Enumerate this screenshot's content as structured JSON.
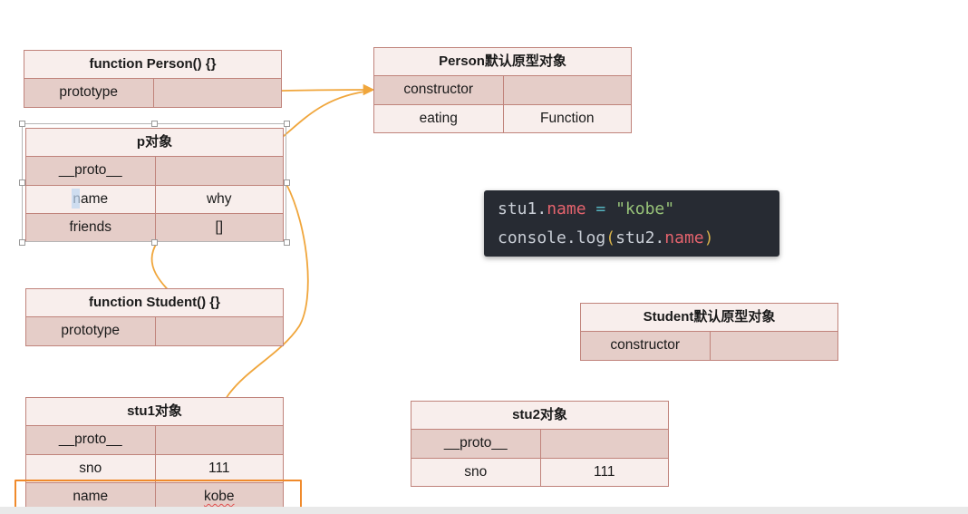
{
  "tables": {
    "person_fn": {
      "title": "function Person() {}",
      "rows": [
        [
          "prototype",
          ""
        ]
      ]
    },
    "person_proto": {
      "title": "Person默认原型对象",
      "rows": [
        [
          "constructor",
          ""
        ],
        [
          "eating",
          "Function"
        ]
      ]
    },
    "p_obj": {
      "title": "p对象",
      "rows": [
        [
          "__proto__",
          ""
        ],
        [
          "name",
          "why"
        ],
        [
          "friends",
          "[]"
        ]
      ]
    },
    "student_fn": {
      "title": "function Student() {}",
      "rows": [
        [
          "prototype",
          ""
        ]
      ]
    },
    "student_proto": {
      "title": "Student默认原型对象",
      "rows": [
        [
          "constructor",
          ""
        ]
      ]
    },
    "stu1": {
      "title": "stu1对象",
      "rows": [
        [
          "__proto__",
          ""
        ],
        [
          "sno",
          "111"
        ],
        [
          "name",
          "kobe"
        ]
      ]
    },
    "stu2": {
      "title": "stu2对象",
      "rows": [
        [
          "__proto__",
          ""
        ],
        [
          "sno",
          "111"
        ]
      ]
    }
  },
  "code": {
    "line1": {
      "obj": "stu1",
      "dot": ".",
      "prop": "name",
      "op": " = ",
      "str": "\"kobe\""
    },
    "line2": {
      "obj": "console",
      "dot": ".",
      "fn": "log",
      "open": "(",
      "arg": "stu2",
      "dot2": ".",
      "prop": "name",
      "close": ")"
    }
  },
  "colors": {
    "arrow": "#f0a63c",
    "highlight_box": "#f08a2b",
    "table_border": "#c0837b"
  }
}
